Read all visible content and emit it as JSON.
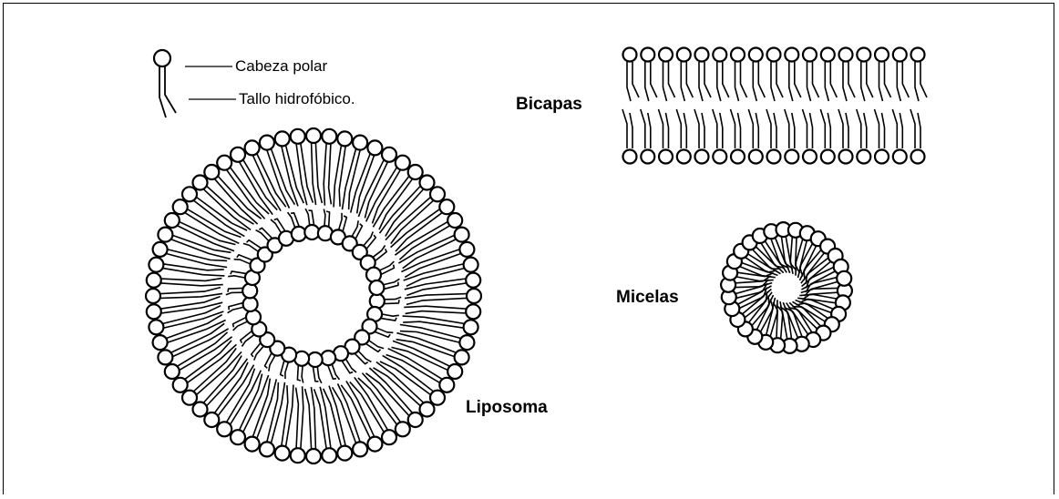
{
  "legend": {
    "head_label": "Cabeza polar",
    "tail_label": "Tallo hidrofóbico."
  },
  "structures": {
    "bilayer_label": "Bicapas",
    "micelle_label": "Micelas",
    "liposome_label": "Liposoma"
  },
  "colors": {
    "stroke": "#000000",
    "head_fill": "#ffffff"
  }
}
